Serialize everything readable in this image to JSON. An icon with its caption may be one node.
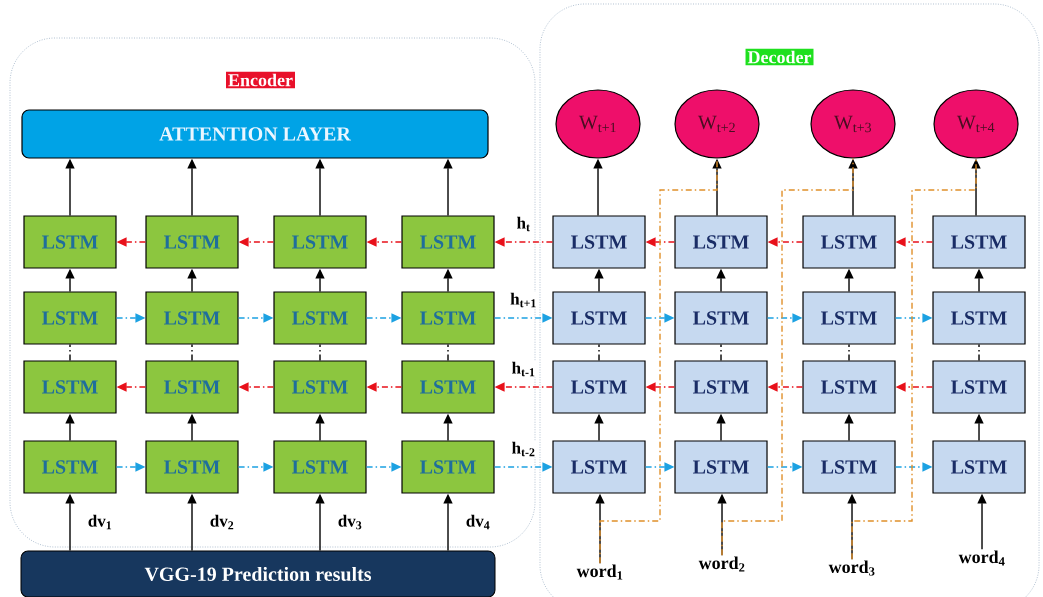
{
  "diagram": {
    "nodes": [
      {
        "text": [
          "Encoder"
        ]
      },
      {
        "text": [
          "ATTENTION LAYER"
        ],
        "in": 0
      },
      {
        "text": [
          "LSTM"
        ],
        "in": 0
      },
      {
        "text": [
          "LSTM"
        ],
        "in": 0
      },
      {
        "text": [
          "LSTM"
        ],
        "in": 0
      },
      {
        "text": [
          "LSTM"
        ],
        "in": 0
      },
      {
        "text": [
          "LSTM"
        ],
        "in": 0
      },
      {
        "text": [
          "LSTM"
        ],
        "in": 0
      },
      {
        "text": [
          "LSTM"
        ],
        "in": 0
      },
      {
        "text": [
          "LSTM"
        ],
        "in": 0
      },
      {
        "text": [
          "LSTM"
        ],
        "in": 0
      },
      {
        "text": [
          "LSTM"
        ],
        "in": 0
      },
      {
        "text": [
          "LSTM"
        ],
        "in": 0
      },
      {
        "text": [
          "LSTM"
        ],
        "in": 0
      },
      {
        "text": [
          "LSTM"
        ],
        "in": 0
      },
      {
        "text": [
          "LSTM"
        ],
        "in": 0
      },
      {
        "text": [
          "LSTM"
        ],
        "in": 0
      },
      {
        "text": [
          "LSTM"
        ],
        "in": 0
      },
      {
        "text": [
          "VGG-19 Prediction results"
        ]
      },
      {
        "text": [
          "Decoder"
        ]
      },
      {
        "text": [
          "W$_{t+1}$"
        ],
        "in": 19
      },
      {
        "text": [
          "W$_{t+2}$"
        ],
        "in": 19
      },
      {
        "text": [
          "W$_{t+3}$"
        ],
        "in": 19
      },
      {
        "text": [
          "W$_{t+4}$"
        ],
        "in": 19
      },
      {
        "text": [
          "LSTM"
        ],
        "in": 19
      },
      {
        "text": [
          "LSTM"
        ],
        "in": 19
      },
      {
        "text": [
          "LSTM"
        ],
        "in": 19
      },
      {
        "text": [
          "LSTM"
        ],
        "in": 19
      },
      {
        "text": [
          "LSTM"
        ],
        "in": 19
      },
      {
        "text": [
          "LSTM"
        ],
        "in": 19
      },
      {
        "text": [
          "LSTM"
        ],
        "in": 19
      },
      {
        "text": [
          "LSTM"
        ],
        "in": 19
      },
      {
        "text": [
          "LSTM"
        ],
        "in": 19
      },
      {
        "text": [
          "LSTM"
        ],
        "in": 19
      },
      {
        "text": [
          "LSTM"
        ],
        "in": 19
      },
      {
        "text": [
          "LSTM"
        ],
        "in": 19
      },
      {
        "text": [
          "LSTM"
        ],
        "in": 19
      },
      {
        "text": [
          "LSTM"
        ],
        "in": 19
      },
      {
        "text": [
          "LSTM"
        ],
        "in": 19
      },
      {
        "text": [
          "LSTM"
        ],
        "in": 19
      },
      {
        "text": [
          "word$_{1}$"
        ],
        "in": 19
      },
      {
        "text": [
          "word$_{2}$"
        ],
        "in": 19
      },
      {
        "text": [
          "word$_{3}$"
        ],
        "in": 19
      },
      {
        "text": [
          "word$_{4}$"
        ],
        "in": 19
      }
    ],
    "edges": [
      {
        "from": 2,
        "to": 1,
        "arrow": "to"
      },
      {
        "from": 3,
        "to": 1,
        "arrow": "to"
      },
      {
        "from": 4,
        "to": 1,
        "arrow": "to"
      },
      {
        "from": 5,
        "to": 1,
        "arrow": "to"
      },
      {
        "from": 6,
        "to": 2,
        "arrow": "to"
      },
      {
        "from": 7,
        "to": 3,
        "arrow": "to"
      },
      {
        "from": 8,
        "to": 4,
        "arrow": "to"
      },
      {
        "from": 9,
        "to": 5,
        "arrow": "to"
      },
      {
        "from": 10,
        "to": 6,
        "arrow": "none",
        "style": "dashed"
      },
      {
        "from": 11,
        "to": 7,
        "arrow": "none",
        "style": "dashed"
      },
      {
        "from": 12,
        "to": 8,
        "arrow": "none",
        "style": "dashed"
      },
      {
        "from": 13,
        "to": 9,
        "arrow": "none",
        "style": "dashed"
      },
      {
        "from": 14,
        "to": 10,
        "arrow": "to"
      },
      {
        "from": 15,
        "to": 11,
        "arrow": "to"
      },
      {
        "from": 16,
        "to": 12,
        "arrow": "to"
      },
      {
        "from": 17,
        "to": 13,
        "arrow": "to"
      },
      {
        "from": 18,
        "to": 14,
        "arrow": "to",
        "label": "dv$_{1}$"
      },
      {
        "from": 18,
        "to": 15,
        "arrow": "to",
        "label": "dv$_{2}$"
      },
      {
        "from": 18,
        "to": 16,
        "arrow": "to",
        "label": "dv$_{3}$"
      },
      {
        "from": 18,
        "to": 17,
        "arrow": "to",
        "label": "dv$_{4}$"
      },
      {
        "from": 3,
        "to": 2,
        "arrow": "to",
        "style": "dashed",
        "color": "#e8101a"
      },
      {
        "from": 4,
        "to": 3,
        "arrow": "to",
        "style": "dashed",
        "color": "#e8101a"
      },
      {
        "from": 5,
        "to": 4,
        "arrow": "to",
        "style": "dashed",
        "color": "#e8101a"
      },
      {
        "from": 24,
        "to": 5,
        "arrow": "to",
        "style": "dashed",
        "color": "#e8101a",
        "label": "h$_{t}$"
      },
      {
        "from": 25,
        "to": 24,
        "arrow": "to",
        "style": "dashed",
        "color": "#e8101a"
      },
      {
        "from": 26,
        "to": 25,
        "arrow": "to",
        "style": "dashed",
        "color": "#e8101a"
      },
      {
        "from": 27,
        "to": 26,
        "arrow": "to",
        "style": "dashed",
        "color": "#e8101a"
      },
      {
        "from": 6,
        "to": 7,
        "arrow": "to",
        "style": "dashed",
        "color": "#1ba1e2"
      },
      {
        "from": 7,
        "to": 8,
        "arrow": "to",
        "style": "dashed",
        "color": "#1ba1e2"
      },
      {
        "from": 8,
        "to": 9,
        "arrow": "to",
        "style": "dashed",
        "color": "#1ba1e2"
      },
      {
        "from": 9,
        "to": 28,
        "arrow": "to",
        "style": "dashed",
        "color": "#1ba1e2",
        "label": "h$_{t+1}$"
      },
      {
        "from": 28,
        "to": 29,
        "arrow": "to",
        "style": "dashed",
        "color": "#1ba1e2"
      },
      {
        "from": 29,
        "to": 30,
        "arrow": "to",
        "style": "dashed",
        "color": "#1ba1e2"
      },
      {
        "from": 30,
        "to": 31,
        "arrow": "to",
        "style": "dashed",
        "color": "#1ba1e2"
      },
      {
        "from": 11,
        "to": 10,
        "arrow": "to",
        "style": "dashed",
        "color": "#e8101a"
      },
      {
        "from": 12,
        "to": 11,
        "arrow": "to",
        "style": "dashed",
        "color": "#e8101a"
      },
      {
        "from": 13,
        "to": 12,
        "arrow": "to",
        "style": "dashed",
        "color": "#e8101a"
      },
      {
        "from": 32,
        "to": 13,
        "arrow": "to",
        "style": "dashed",
        "color": "#e8101a",
        "label": "h$_{t-1}$"
      },
      {
        "from": 33,
        "to": 32,
        "arrow": "to",
        "style": "dashed",
        "color": "#e8101a"
      },
      {
        "from": 34,
        "to": 33,
        "arrow": "to",
        "style": "dashed",
        "color": "#e8101a"
      },
      {
        "from": 35,
        "to": 34,
        "arrow": "to",
        "style": "dashed",
        "color": "#e8101a"
      },
      {
        "from": 14,
        "to": 15,
        "arrow": "to",
        "style": "dashed",
        "color": "#1ba1e2"
      },
      {
        "from": 15,
        "to": 16,
        "arrow": "to",
        "style": "dashed",
        "color": "#1ba1e2"
      },
      {
        "from": 16,
        "to": 17,
        "arrow": "to",
        "style": "dashed",
        "color": "#1ba1e2"
      },
      {
        "from": 17,
        "to": 36,
        "arrow": "to",
        "style": "dashed",
        "color": "#1ba1e2",
        "label": "h$_{t-2}$"
      },
      {
        "from": 36,
        "to": 37,
        "arrow": "to",
        "style": "dashed",
        "color": "#1ba1e2"
      },
      {
        "from": 37,
        "to": 38,
        "arrow": "to",
        "style": "dashed",
        "color": "#1ba1e2"
      },
      {
        "from": 38,
        "to": 39,
        "arrow": "to",
        "style": "dashed",
        "color": "#1ba1e2"
      },
      {
        "from": 24,
        "to": 20,
        "arrow": "to"
      },
      {
        "from": 25,
        "to": 21,
        "arrow": "to"
      },
      {
        "from": 26,
        "to": 22,
        "arrow": "to"
      },
      {
        "from": 27,
        "to": 23,
        "arrow": "to"
      },
      {
        "from": 28,
        "to": 24,
        "arrow": "to"
      },
      {
        "from": 29,
        "to": 25,
        "arrow": "to"
      },
      {
        "from": 30,
        "to": 26,
        "arrow": "to"
      },
      {
        "from": 31,
        "to": 27,
        "arrow": "to"
      },
      {
        "from": 32,
        "to": 28,
        "arrow": "none",
        "style": "dashed"
      },
      {
        "from": 33,
        "to": 29,
        "arrow": "none",
        "style": "dashed"
      },
      {
        "from": 34,
        "to": 30,
        "arrow": "none",
        "style": "dashed"
      },
      {
        "from": 35,
        "to": 31,
        "arrow": "none",
        "style": "dashed"
      },
      {
        "from": 36,
        "to": 32,
        "arrow": "to"
      },
      {
        "from": 37,
        "to": 33,
        "arrow": "to"
      },
      {
        "from": 38,
        "to": 34,
        "arrow": "to"
      },
      {
        "from": 39,
        "to": 35,
        "arrow": "to"
      },
      {
        "from": 40,
        "to": 36,
        "arrow": "to"
      },
      {
        "from": 41,
        "to": 37,
        "arrow": "to"
      },
      {
        "from": 42,
        "to": 38,
        "arrow": "to"
      },
      {
        "from": 43,
        "to": 39,
        "arrow": "to"
      },
      {
        "from": 40,
        "to": 21,
        "arrow": "none",
        "style": "dashed",
        "color": "#e0902a"
      },
      {
        "from": 41,
        "to": 22,
        "arrow": "none",
        "style": "dashed",
        "color": "#e0902a"
      },
      {
        "from": 42,
        "to": 23,
        "arrow": "none",
        "style": "dashed",
        "color": "#e0902a"
      }
    ]
  }
}
